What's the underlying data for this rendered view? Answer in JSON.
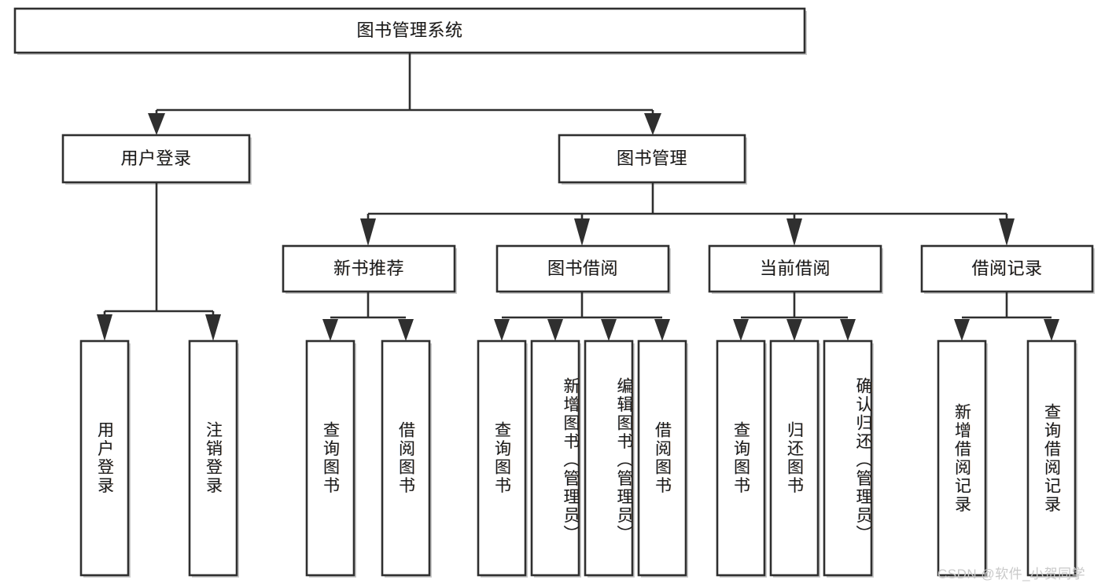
{
  "diagram": {
    "type": "tree",
    "title": "图书管理系统",
    "watermark": "CSDN @软件_小贺同学",
    "root": {
      "label": "图书管理系统"
    },
    "level2": [
      {
        "label": "用户登录"
      },
      {
        "label": "图书管理"
      }
    ],
    "level3": [
      {
        "label": "新书推荐"
      },
      {
        "label": "图书借阅"
      },
      {
        "label": "当前借阅"
      },
      {
        "label": "借阅记录"
      }
    ],
    "leaves": {
      "user_login": [
        {
          "label": "用户登录"
        },
        {
          "label": "注销登录"
        }
      ],
      "new_book_recommend": [
        {
          "label": "查询图书"
        },
        {
          "label": "借阅图书"
        }
      ],
      "book_borrow": [
        {
          "label": "查询图书"
        },
        {
          "label": "新增图书（管理员）"
        },
        {
          "label": "编辑图书（管理员）"
        },
        {
          "label": "借阅图书"
        }
      ],
      "current_borrow": [
        {
          "label": "查询图书"
        },
        {
          "label": "归还图书"
        },
        {
          "label": "确认归还（管理员）"
        }
      ],
      "borrow_records": [
        {
          "label": "新增借阅记录"
        },
        {
          "label": "查询借阅记录"
        }
      ]
    },
    "colors": {
      "stroke": "#2f2f2f",
      "fill": "#ffffff",
      "text": "#1b1b1b",
      "watermark": "#c9c9c9"
    }
  }
}
